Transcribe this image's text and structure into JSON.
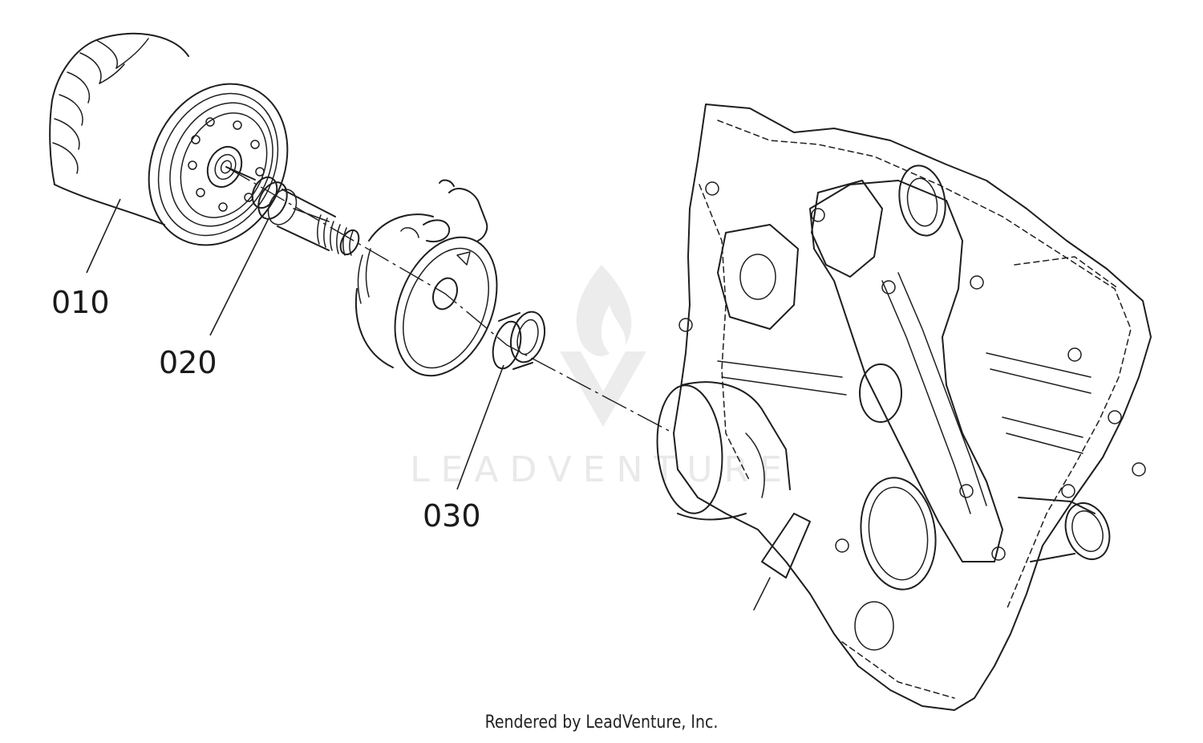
{
  "diagram": {
    "parts": [
      {
        "number": "010"
      },
      {
        "number": "020"
      },
      {
        "number": "030"
      }
    ],
    "watermark": "LEADVENTURE",
    "footer": "Rendered by LeadVenture, Inc."
  },
  "colors": {
    "line": "#1e1e1e",
    "background": "#ffffff",
    "watermark": "#e9e9e9"
  }
}
